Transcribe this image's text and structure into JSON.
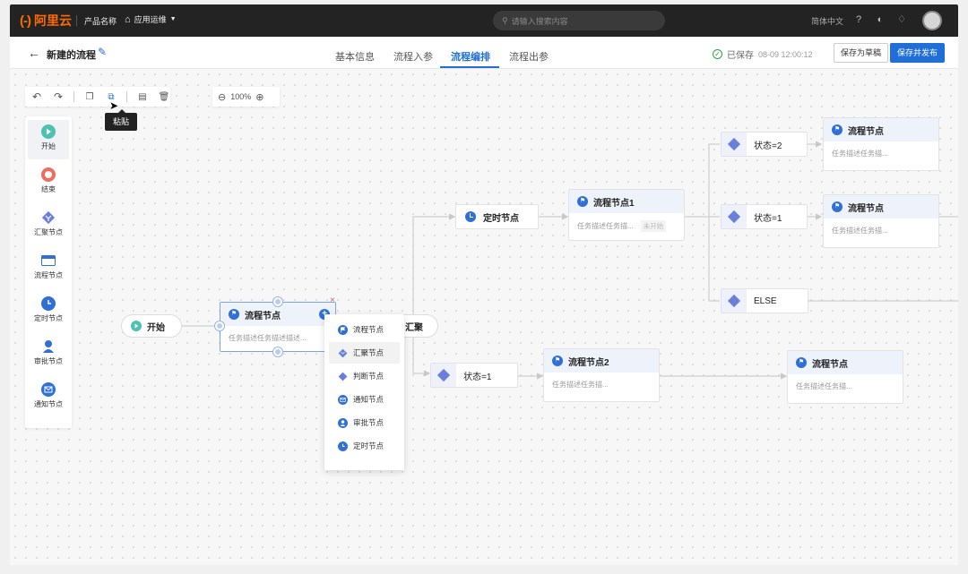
{
  "app": {
    "brand": "阿里云",
    "product_name": "产品名称",
    "nav_label": "应用运维",
    "search_placeholder": "请输入搜索内容",
    "language": "简体中文",
    "icons": [
      "help-icon",
      "theme-icon",
      "bell-icon",
      "avatar"
    ]
  },
  "page": {
    "back_icon": "arrow-left-icon",
    "title": "新建的流程",
    "tabs": [
      {
        "label": "基本信息",
        "active": false
      },
      {
        "label": "流程入参",
        "active": false
      },
      {
        "label": "流程编排",
        "active": true
      },
      {
        "label": "流程出参",
        "active": false
      }
    ],
    "save_status": "已保存",
    "save_time": "08-09 12:00:12",
    "save_draft_label": "保存为草稿",
    "save_publish_label": "保存并发布"
  },
  "toolbar": {
    "tools": [
      "undo-icon",
      "redo-icon",
      "copy-icon",
      "paste-icon",
      "layout-icon",
      "delete-icon"
    ],
    "tooltip": "粘贴",
    "zoom": "100%"
  },
  "palette": [
    {
      "label": "开始",
      "icon": "start-icon"
    },
    {
      "label": "结束",
      "icon": "end-icon"
    },
    {
      "label": "汇聚节点",
      "icon": "merge-icon"
    },
    {
      "label": "流程节点",
      "icon": "process-icon"
    },
    {
      "label": "定时节点",
      "icon": "timer-icon"
    },
    {
      "label": "审批节点",
      "icon": "approval-icon"
    },
    {
      "label": "通知节点",
      "icon": "notify-icon"
    }
  ],
  "flow": {
    "start_label": "开始",
    "selected_node": {
      "title": "流程节点",
      "desc": "任务描述任务描述描述..."
    },
    "merge_label": "汇聚",
    "timer_label": "定时节点",
    "node1": {
      "title": "流程节点1",
      "desc": "任务描述任务描...",
      "status": "未开始"
    },
    "cond_state2": "状态=2",
    "cond_state1_top": "状态=1",
    "cond_else": "ELSE",
    "node_top": {
      "title": "流程节点",
      "desc": "任务描述任务描..."
    },
    "node_mid": {
      "title": "流程节点",
      "desc": "任务描述任务描..."
    },
    "cond_state1_bottom": "状态=1",
    "node2": {
      "title": "流程节点2",
      "desc": "任务描述任务描..."
    },
    "node_bottom_right": {
      "title": "流程节点",
      "desc": "任务描述任务描..."
    }
  },
  "context_menu": [
    {
      "label": "流程节点",
      "icon": "process-icon"
    },
    {
      "label": "汇聚节点",
      "icon": "merge-icon"
    },
    {
      "label": "判断节点",
      "icon": "diamond-icon"
    },
    {
      "label": "通知节点",
      "icon": "notify-icon"
    },
    {
      "label": "审批节点",
      "icon": "approval-icon"
    },
    {
      "label": "定时节点",
      "icon": "timer-icon"
    }
  ]
}
